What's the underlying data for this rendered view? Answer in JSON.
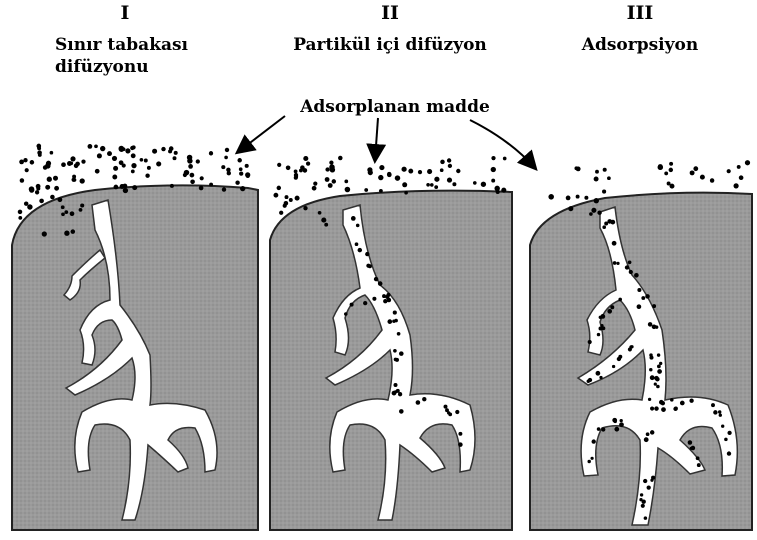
{
  "stages": [
    {
      "numeral": "I",
      "title_lines": [
        "Sınır tabakası",
        "difüzyonu"
      ]
    },
    {
      "numeral": "II",
      "title_lines": [
        "Partikül içi difüzyon"
      ]
    },
    {
      "numeral": "III",
      "title_lines": [
        "Adsorpsiyon"
      ]
    }
  ],
  "annotation": "Adsorplanan madde",
  "colors": {
    "particle_fill": "#9a9a9a",
    "pore_fill": "#ffffff",
    "adsorbate": "#000000",
    "outline": "#222222"
  }
}
